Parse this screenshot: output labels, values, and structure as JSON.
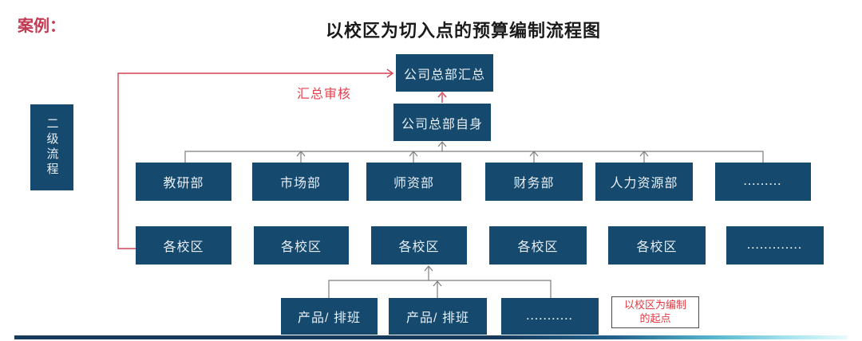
{
  "page": {
    "case_label": "案例：",
    "title": "以校区为切入点的预算编制流程图"
  },
  "side_label": {
    "text": "二级流程"
  },
  "annotations": {
    "summary_review": "汇总审核",
    "start_note_line1": "以校区为编制",
    "start_note_line2": "的起点"
  },
  "nodes": {
    "hq_summary": "公司总部汇总",
    "hq_self": "公司总部自身",
    "departments": [
      "教研部",
      "市场部",
      "师资部",
      "财务部",
      "人力资源部",
      "........."
    ],
    "campuses": [
      "各校区",
      "各校区",
      "各校区",
      "各校区",
      "各校区",
      "............."
    ],
    "products": [
      "产品/ 排班",
      "产品/ 排班",
      "..........."
    ]
  },
  "colors": {
    "node_bg": "#15496e",
    "node_text": "#e7eef4",
    "line_gray": "#7d7d7d",
    "line_red": "#d64456",
    "label_red": "#c23a52",
    "note_red": "#e03a44",
    "footer_navy": "#16395c",
    "footer_cyan": "#a7e4f0"
  }
}
